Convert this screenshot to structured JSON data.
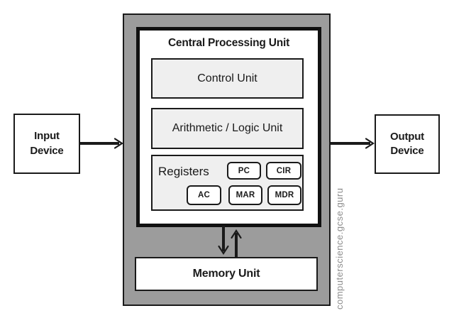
{
  "colors": {
    "background": "#ffffff",
    "system_container_gray": "#9c9c9c",
    "panel_light_gray": "#efefef",
    "line_black": "#1a1a1a",
    "watermark_gray": "#8d8d8d"
  },
  "input_device": {
    "line1": "Input",
    "line2": "Device"
  },
  "output_device": {
    "line1": "Output",
    "line2": "Device"
  },
  "cpu": {
    "title": "Central Processing Unit",
    "control_unit_label": "Control Unit",
    "alu_label": "Arithmetic / Logic Unit",
    "registers_label": "Registers",
    "registers": [
      "PC",
      "CIR",
      "AC",
      "MAR",
      "MDR"
    ]
  },
  "memory_unit_label": "Memory Unit",
  "watermark": "computerscience.gcse.guru"
}
